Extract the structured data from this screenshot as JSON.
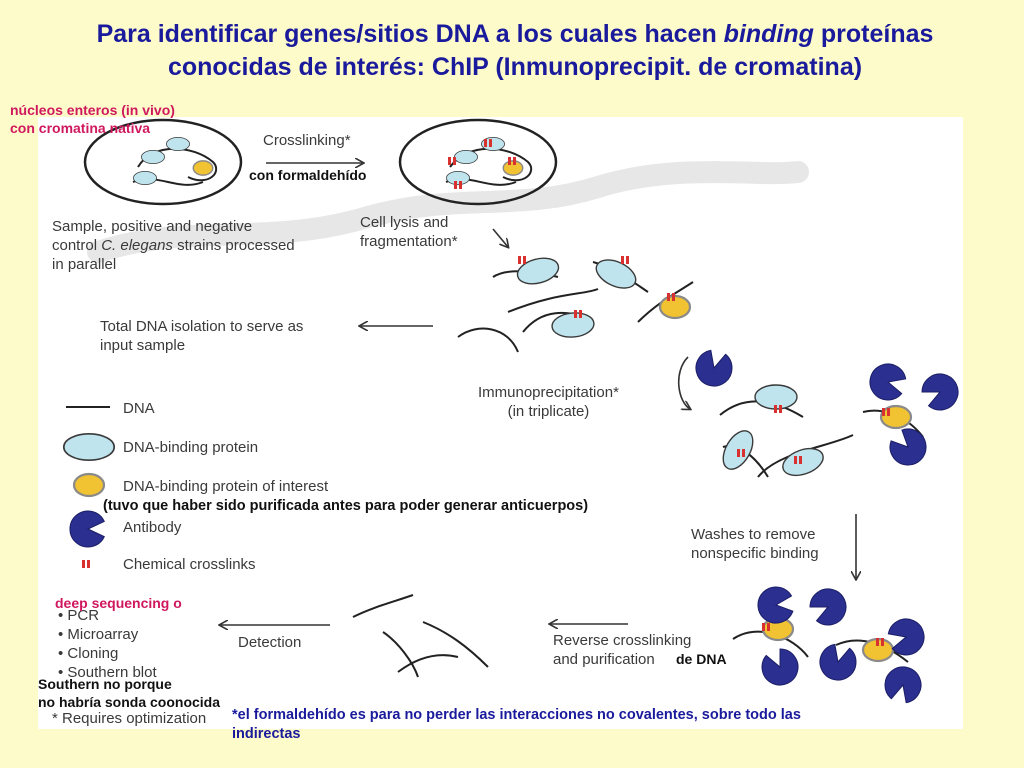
{
  "title": {
    "part1": "Para identificar genes/sitios DNA a los cuales hacen ",
    "binding": "binding",
    "part2": " proteínas conocidas de interés: ChIP (Inmunoprecipit. de cromatina)"
  },
  "notes": {
    "nucleos_line1": "núcleos enteros (in vivo)",
    "nucleos_line2": "con cromatina nativa",
    "formaldehido": "con formaldehído",
    "purificada": "(tuvo que haber sido purificada antes para poder generar anticuerpos)",
    "deep_seq": "deep sequencing o",
    "de_dna": "de DNA",
    "southern_line1": "Southern no porque",
    "southern_line2": "no habría sonda coonocida",
    "formaldehido_note_line1": "*el formaldehído es para no perder las interacciones no covalentes, sobre todo las",
    "formaldehido_note_line2": "indirectas"
  },
  "figure": {
    "crosslinking": "Crosslinking*",
    "sample_line1": "Sample, positive and negative",
    "sample_line2a": "control ",
    "sample_line2b": "C. elegans",
    "sample_line2c": " strains processed",
    "sample_line3": "in parallel",
    "lysis_line1": "Cell lysis and",
    "lysis_line2": "fragmentation*",
    "total_dna_line1": "Total DNA isolation to serve as",
    "total_dna_line2": "input sample",
    "ip_line1": "Immunoprecipitation*",
    "ip_line2": "(in triplicate)",
    "washes_line1": "Washes to remove",
    "washes_line2": "nonspecific binding",
    "reverse_line1": "Reverse crosslinking",
    "reverse_line2": "and purification",
    "detection": "Detection",
    "methods": [
      "PCR",
      "Microarray",
      "Cloning",
      "Southern blot"
    ],
    "footnote": "* Requires optimization"
  },
  "legend": {
    "dna": "DNA",
    "protein": "DNA-binding protein",
    "protein_interest": "DNA-binding protein of interest",
    "antibody": "Antibody",
    "crosslinks": "Chemical crosslinks"
  },
  "colors": {
    "background": "#fdfbc9",
    "title": "#1a1a9c",
    "annotation_pink": "#d0185e",
    "protein_fill": "#bfe4ee",
    "protein_interest_fill": "#f1c232",
    "antibody_fill": "#2b2f8f",
    "crosslink": "#d93030"
  }
}
